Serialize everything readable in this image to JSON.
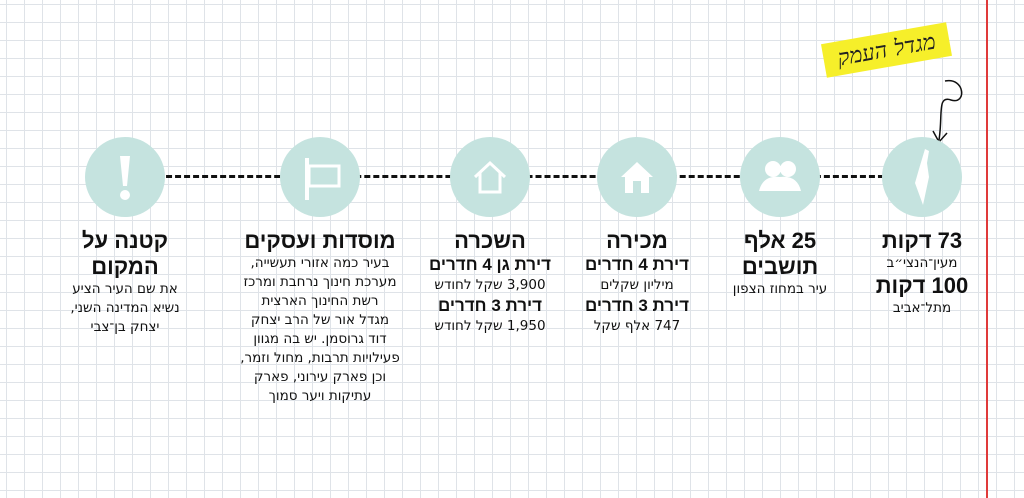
{
  "title": "מגדל העמק",
  "colors": {
    "circle": "#c5e3df",
    "grid": "#dfe3e8",
    "margin_line": "#e03a3a",
    "highlight": "#f6ef2a"
  },
  "items": [
    {
      "icon": "israel-map-icon",
      "lines": [
        {
          "s": "h",
          "text": "73 דקות"
        },
        {
          "s": "t",
          "text": "מעין־הנצי״ב"
        },
        {
          "s": "h",
          "text": "100 דקות"
        },
        {
          "s": "t",
          "text": "מתל־אביב"
        }
      ]
    },
    {
      "icon": "people-icon",
      "lines": [
        {
          "s": "h",
          "text": "25 אלף"
        },
        {
          "s": "h",
          "text": "תושבים"
        },
        {
          "s": "t",
          "text": "עיר במחוז הצפון"
        }
      ]
    },
    {
      "icon": "house-sale-icon",
      "lines": [
        {
          "s": "h",
          "text": "מכירה"
        },
        {
          "s": "hs",
          "text": "דירת 4 חדרים"
        },
        {
          "s": "t",
          "text": "מיליון שקלים"
        },
        {
          "s": "hs",
          "text": "דירת 3 חדרים"
        },
        {
          "s": "t",
          "text": "747 אלף שקל"
        }
      ]
    },
    {
      "icon": "house-rent-icon",
      "lines": [
        {
          "s": "h",
          "text": "השכרה"
        },
        {
          "s": "hs",
          "text": "דירת גן 4 חדרים"
        },
        {
          "s": "t",
          "text": "3,900 שקל לחודש"
        },
        {
          "s": "hs",
          "text": "דירת 3 חדרים"
        },
        {
          "s": "t",
          "text": "1,950 שקל לחודש"
        }
      ]
    },
    {
      "icon": "signpost-icon",
      "lines": [
        {
          "s": "h",
          "text": "מוסדות ועסקים"
        },
        {
          "s": "t",
          "text": "בעיר כמה אזורי תעשייה,"
        },
        {
          "s": "t",
          "text": "מערכת חינוך נרחבת ומרכז"
        },
        {
          "s": "t",
          "text": "רשת החינוך הארצית"
        },
        {
          "s": "t",
          "text": "מגדל אור של הרב יצחק"
        },
        {
          "s": "t",
          "text": "דוד גרוסמן. יש בה מגוון"
        },
        {
          "s": "t",
          "text": "פעילויות תרבות, מחול וזמר,"
        },
        {
          "s": "t",
          "text": "וכן פארק עירוני, פארק"
        },
        {
          "s": "t",
          "text": "עתיקות ויער סמוך"
        }
      ]
    },
    {
      "icon": "exclamation-icon",
      "lines": [
        {
          "s": "h",
          "text": "קטנה על"
        },
        {
          "s": "h",
          "text": "המקום"
        },
        {
          "s": "t",
          "text": "את שם העיר הציע"
        },
        {
          "s": "t",
          "text": "נשיא המדינה השני,"
        },
        {
          "s": "t",
          "text": "יצחק בן־צבי"
        }
      ]
    }
  ]
}
